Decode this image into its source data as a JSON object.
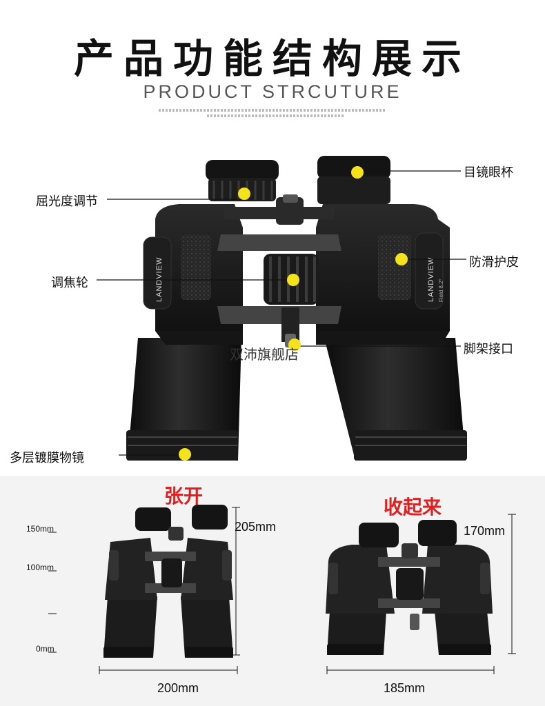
{
  "header": {
    "title": "产品功能结构展示",
    "subtitle": "PRODUCT STRCUTURE"
  },
  "brand": {
    "model_text": "LANDVIEW",
    "spec_text": "Field 8.2°"
  },
  "callouts": {
    "diopter": "屈光度调节",
    "eyecup": "目镜眼杯",
    "focus_wheel": "调焦轮",
    "anti_slip": "防滑护皮",
    "tripod": "脚架接口",
    "objective": "多层镀膜物镜"
  },
  "watermark": "双沛旗舰店",
  "comparison": {
    "open": {
      "label": "张开",
      "height": "205mm",
      "width": "200mm"
    },
    "closed": {
      "label": "收起来",
      "height": "170mm",
      "width": "185mm"
    },
    "scale": [
      "150mm",
      "100mm",
      "0mm"
    ]
  },
  "colors": {
    "accent": "#e02020",
    "dot": "#f4e21a",
    "body": "#1b1b1b"
  }
}
